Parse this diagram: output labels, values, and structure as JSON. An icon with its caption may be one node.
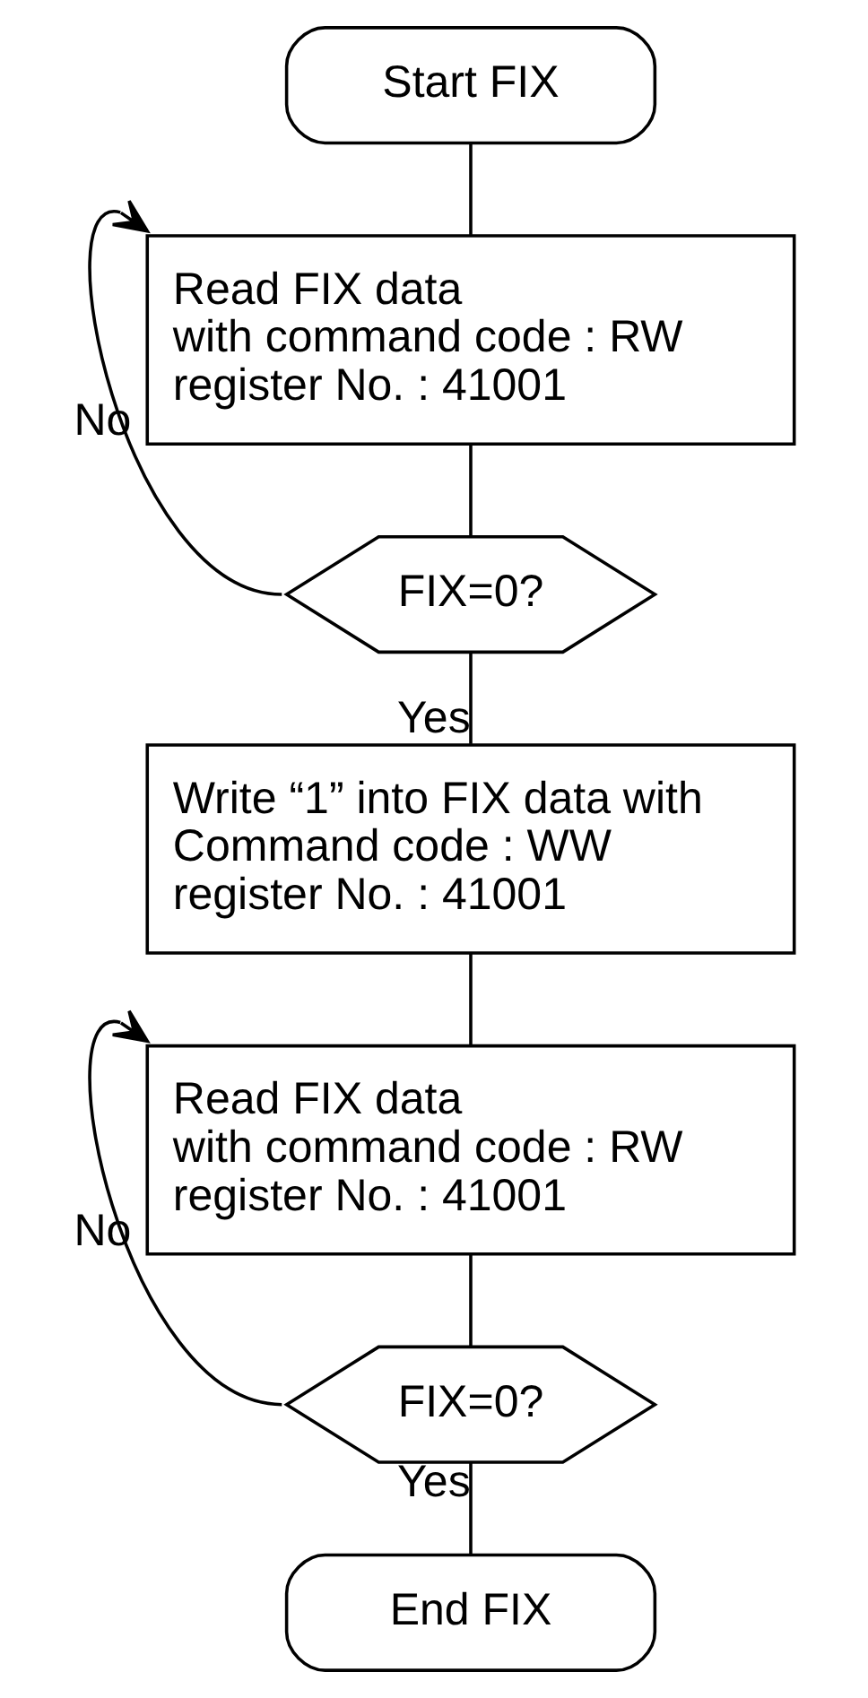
{
  "diagram": {
    "nodes": [
      {
        "text": [
          "Start FIX"
        ]
      },
      {
        "text": [
          "Read FIX data",
          "with command code : RW",
          "register No. : 41001"
        ]
      },
      {
        "text": [
          "FIX=0?"
        ]
      },
      {
        "text": [
          "Write “1” into FIX data with",
          "Command code : WW",
          "register No. : 41001"
        ]
      },
      {
        "text": [
          "Read FIX data",
          "with command code : RW",
          "register No. : 41001"
        ]
      },
      {
        "text": [
          "FIX=0?"
        ]
      },
      {
        "text": [
          "End FIX"
        ]
      }
    ],
    "edges": [
      {
        "from": 0,
        "to": 1,
        "arrow": "none"
      },
      {
        "from": 2,
        "to": 1,
        "arrow": "to",
        "label": "No"
      },
      {
        "from": 1,
        "to": 2,
        "arrow": "none"
      },
      {
        "from": 2,
        "to": 3,
        "arrow": "none",
        "label": "Yes"
      },
      {
        "from": 3,
        "to": 4,
        "arrow": "none"
      },
      {
        "from": 5,
        "to": 4,
        "arrow": "to",
        "label": "No"
      },
      {
        "from": 4,
        "to": 5,
        "arrow": "none"
      },
      {
        "from": 5,
        "to": 6,
        "arrow": "none",
        "label": "Yes"
      }
    ]
  }
}
